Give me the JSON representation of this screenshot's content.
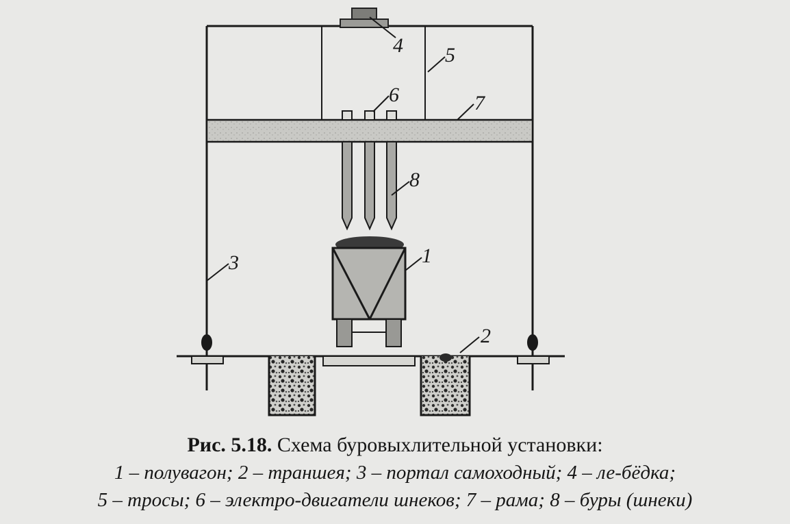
{
  "callouts": [
    "1",
    "2",
    "3",
    "4",
    "5",
    "6",
    "7",
    "8"
  ],
  "caption": {
    "label": "Рис. 5.18.",
    "title": "Схема буровыхлительной установки:",
    "legend_line1": "1 – полувагон; 2 – траншея; 3 – портал самоходный; 4 – ле-бёдка;",
    "legend_line2": "5 – тросы; 6 – электро-двигатели шнеков; 7 – рама; 8 – буры (шнеки)"
  }
}
